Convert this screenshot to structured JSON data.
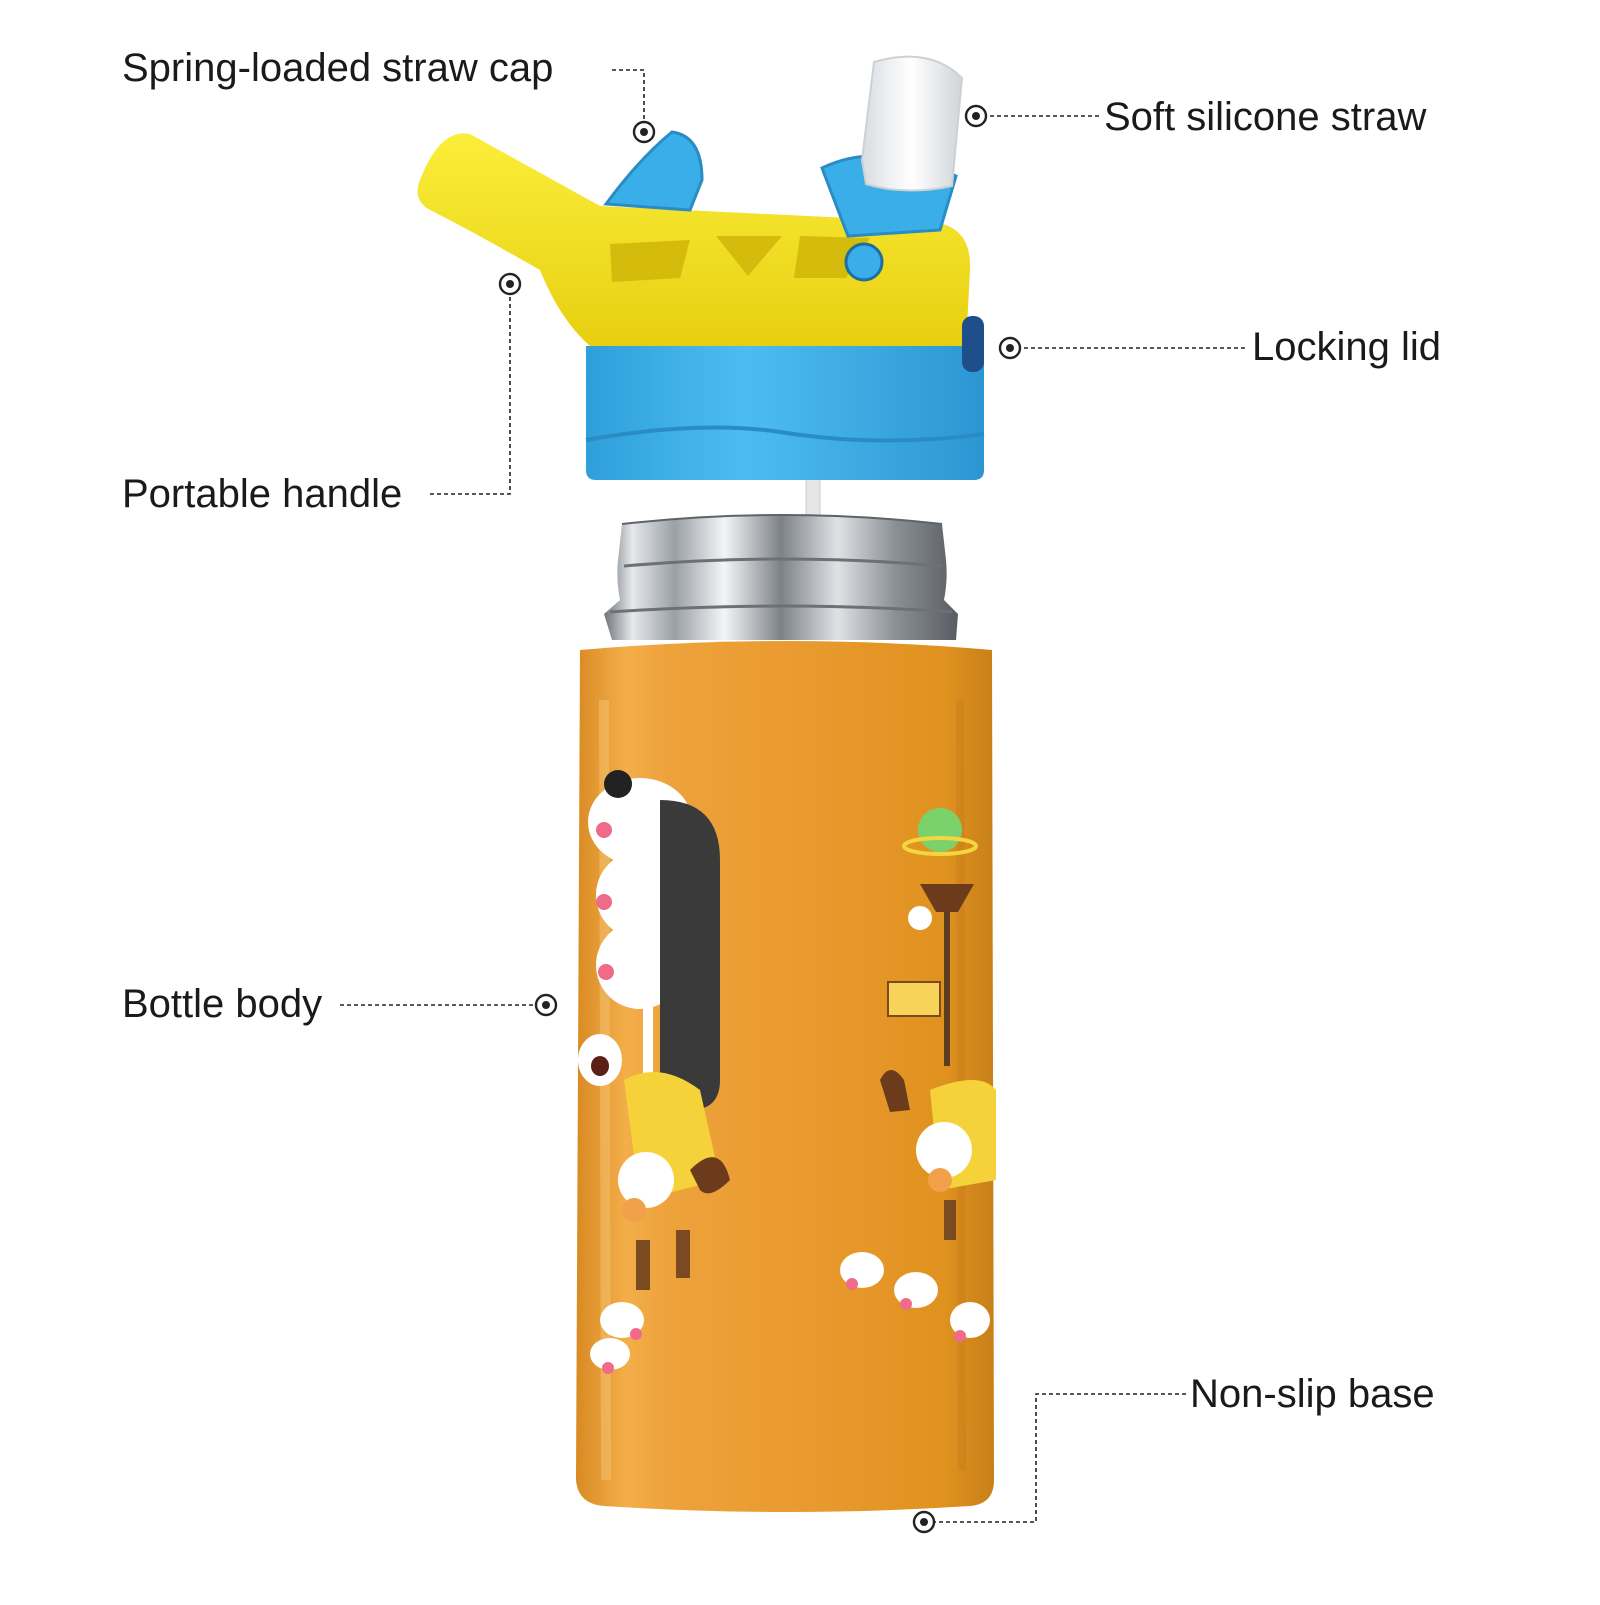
{
  "callouts": {
    "spring_cap": "Spring-loaded straw cap",
    "soft_straw": "Soft silicone straw",
    "locking_lid": "Locking lid",
    "portable_handle": "Portable handle",
    "bottle_body": "Bottle body",
    "non_slip_base": "Non-slip base"
  },
  "colors": {
    "lid_yellow": "#f5e21f",
    "lid_blue": "#3aaee8",
    "body_orange": "#eb9a2e",
    "steel": "#b8bcc2",
    "straw_tip": "#eeeeee"
  }
}
